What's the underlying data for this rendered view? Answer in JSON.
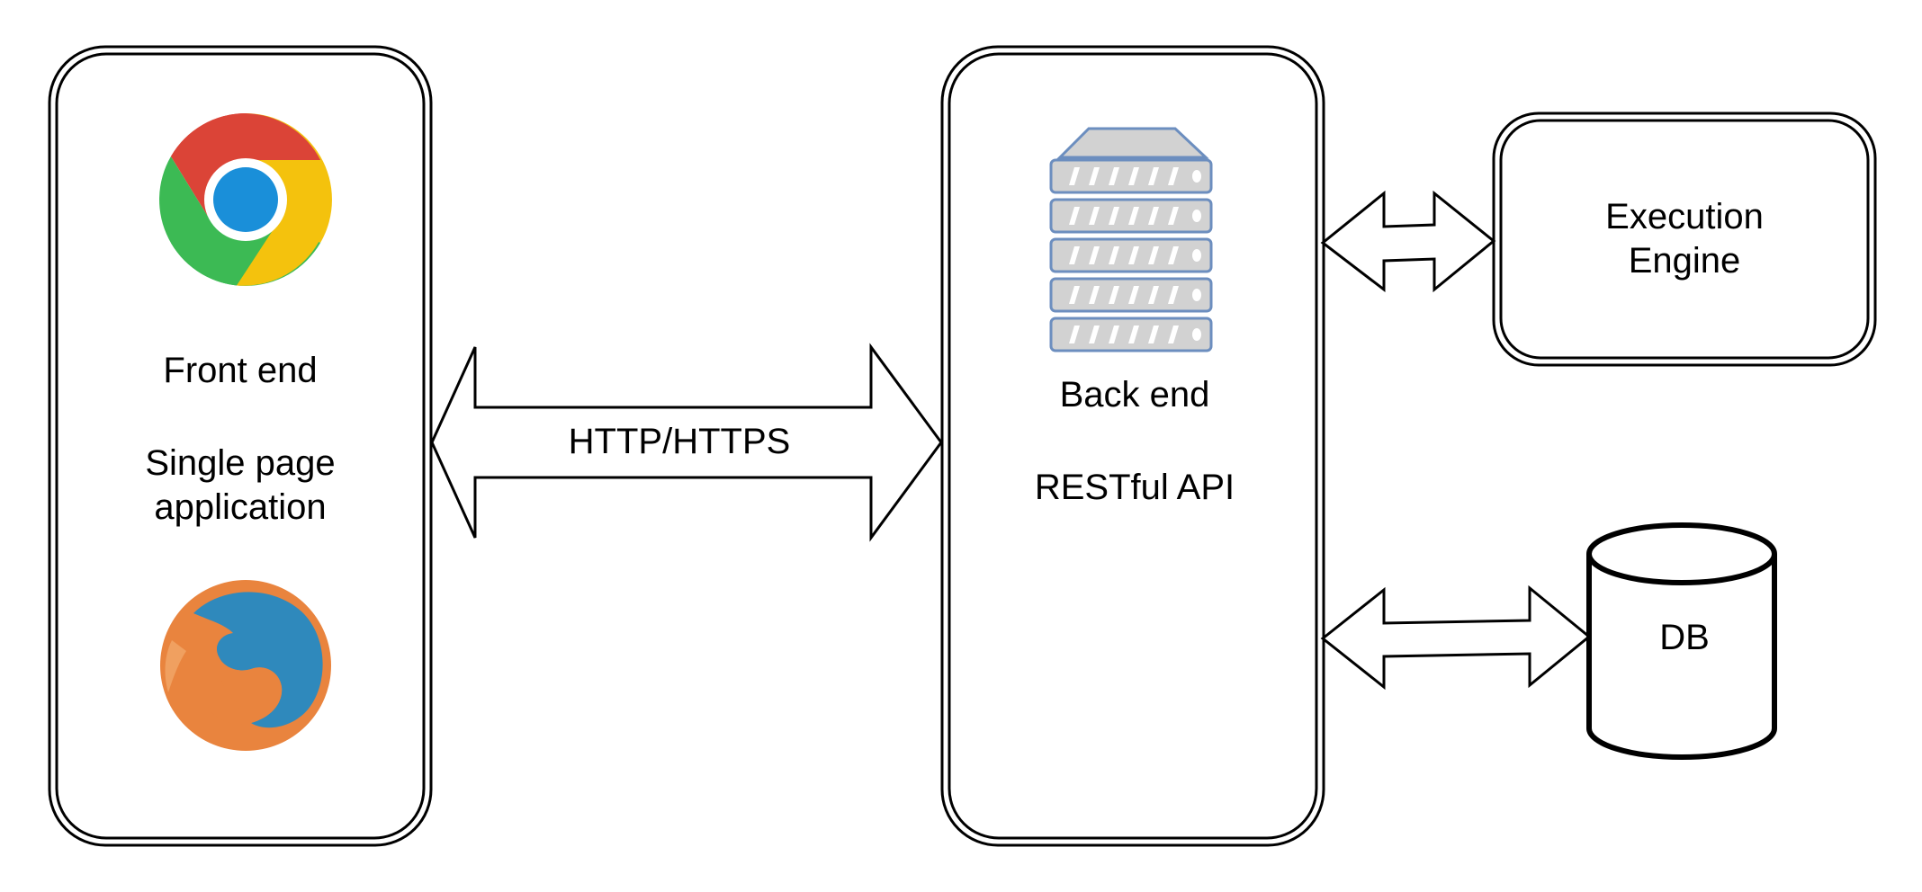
{
  "frontend": {
    "title": "Front end",
    "subtitle_line1": "Single page",
    "subtitle_line2": "application",
    "icons": [
      "chrome-logo",
      "firefox-logo"
    ]
  },
  "connection": {
    "label": "HTTP/HTTPS"
  },
  "backend": {
    "title": "Back end",
    "subtitle": "RESTful API",
    "icon": "server-rack-icon"
  },
  "engine": {
    "line1": "Execution",
    "line2": "Engine"
  },
  "database": {
    "label": "DB"
  },
  "colors": {
    "chrome_red": "#DB4437",
    "chrome_yellow": "#F4C20D",
    "chrome_green": "#3CBA54",
    "chrome_blue": "#1A8FD9",
    "firefox_orange": "#E9843E",
    "firefox_blue": "#2F89BC",
    "server_fill": "#D2D2D2",
    "server_stroke": "#6C8EBF"
  }
}
